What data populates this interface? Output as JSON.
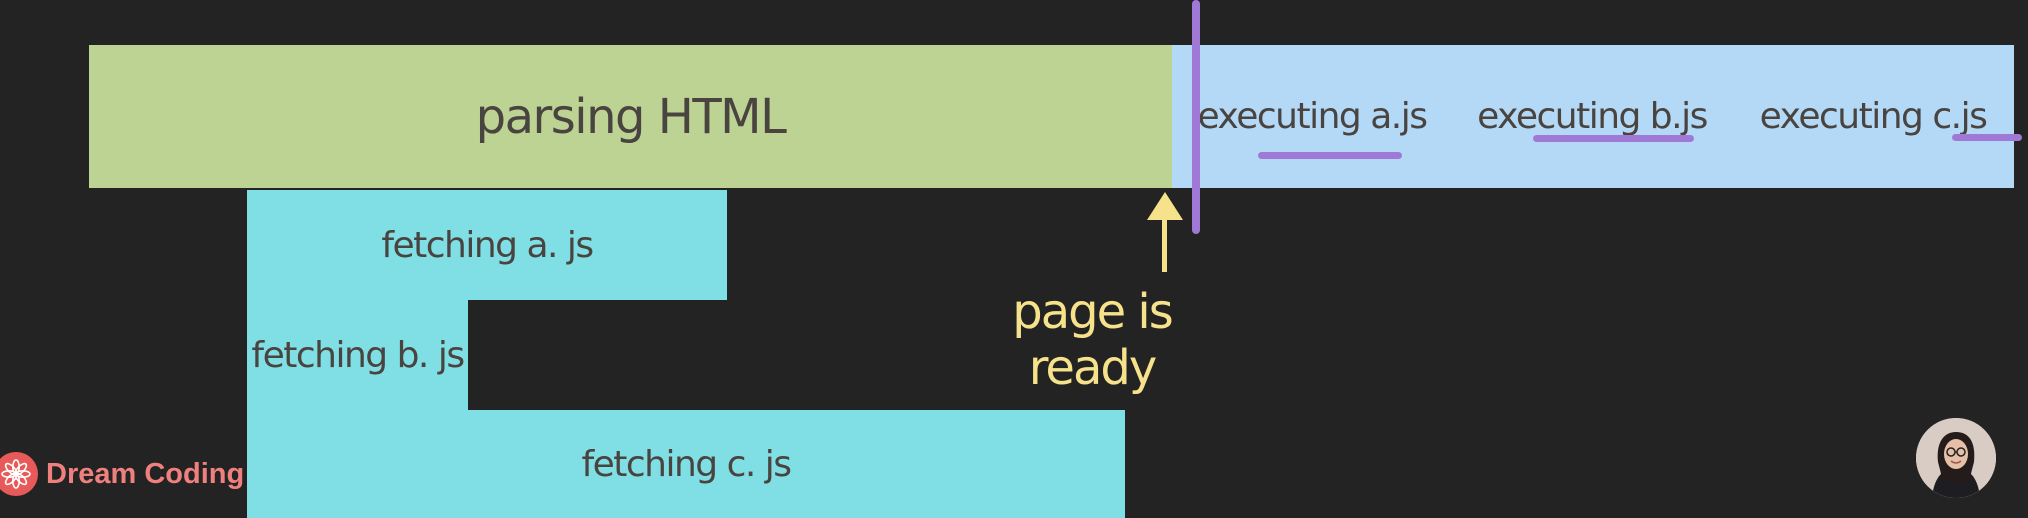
{
  "timeline": {
    "parsing_label": "parsing HTML",
    "executing": [
      {
        "label": "executing a.js"
      },
      {
        "label": "executing b.js"
      },
      {
        "label": "executing c.js"
      }
    ],
    "fetching": [
      {
        "label": "fetching a. js"
      },
      {
        "label": "fetching b. js"
      },
      {
        "label": "fetching c. js"
      }
    ],
    "milestone_label": "page is ready"
  },
  "branding": {
    "name": "Dream Coding",
    "logo_icon": "flower-logo-icon"
  },
  "presenter": {
    "avatar_icon": "presenter-avatar"
  },
  "colors": {
    "background": "#232323",
    "parsing": "#bdd394",
    "executing": "#b4d9f7",
    "fetching": "#80dfe4",
    "milestone": "#f7e28c",
    "marker": "#a079d6",
    "brand": "#f0807d"
  }
}
